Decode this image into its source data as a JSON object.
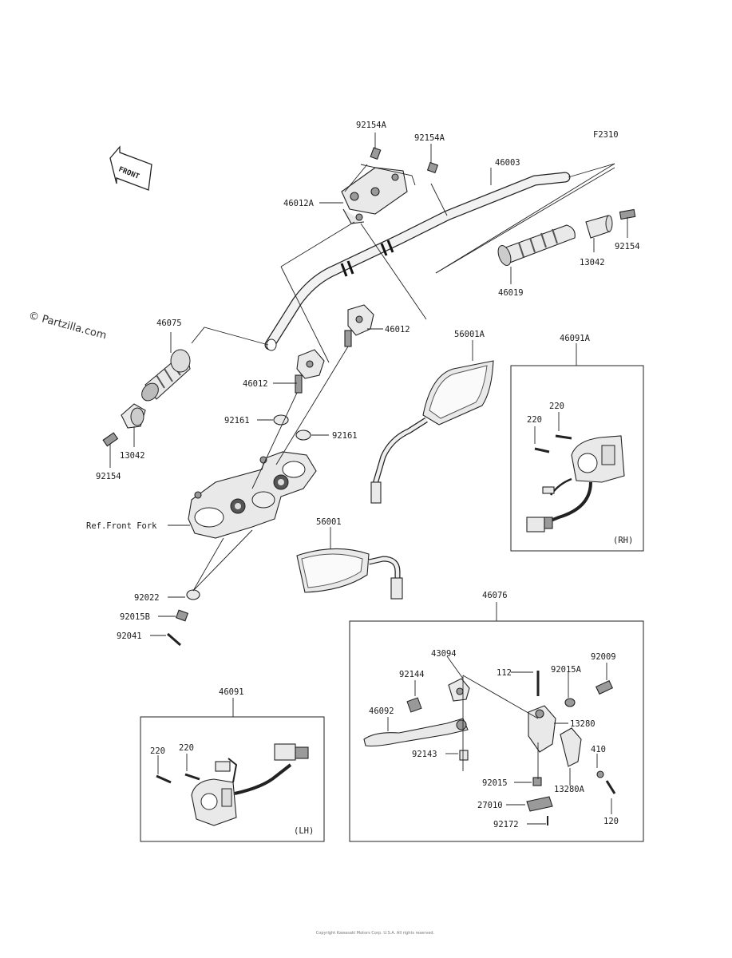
{
  "diagram": {
    "ref_code": "F2310",
    "front_arrow": "FRONT",
    "watermark": "© Partzilla.com",
    "copyright": "Copyright Kawasaki Motors Corp. U.S.A. All rights reserved.",
    "boxes": {
      "rh_switch": "(RH)",
      "lh_switch": "(LH)"
    },
    "labels": {
      "p92154A_1": "92154A",
      "p92154A_2": "92154A",
      "p46012A": "46012A",
      "p46003": "46003",
      "p13042_r": "13042",
      "p92154_r": "92154",
      "p46019": "46019",
      "p46075": "46075",
      "p46012_r": "46012",
      "p46012_l": "46012",
      "p56001A": "56001A",
      "p46091A": "46091A",
      "p220_a": "220",
      "p220_b": "220",
      "p92161_l": "92161",
      "p92161_r": "92161",
      "p13042_l": "13042",
      "p92154_l": "92154",
      "ref_fork": "Ref.Front Fork",
      "p56001": "56001",
      "p92022": "92022",
      "p92015B": "92015B",
      "p92041": "92041",
      "p46076": "46076",
      "p43094": "43094",
      "p92144": "92144",
      "p112": "112",
      "p92015A": "92015A",
      "p92009": "92009",
      "p46092": "46092",
      "p13280": "13280",
      "p92143": "92143",
      "p410": "410",
      "p13280A": "13280A",
      "p92015": "92015",
      "p27010": "27010",
      "p120": "120",
      "p92172": "92172",
      "p46091": "46091",
      "p220_c": "220",
      "p220_d": "220"
    }
  }
}
